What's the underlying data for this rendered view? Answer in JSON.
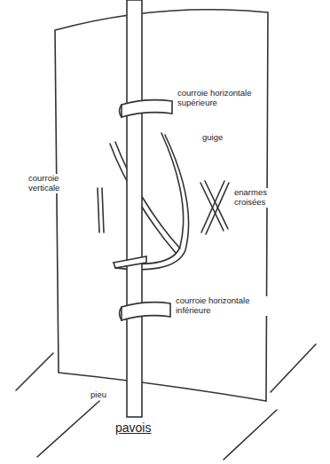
{
  "diagram": {
    "caption": "pavois",
    "labels": [
      "courroie horizontale supérieure",
      "guige",
      "courroie verticale",
      "enarmes croisées",
      "courroie horizontale inférieure",
      "pieu"
    ]
  }
}
